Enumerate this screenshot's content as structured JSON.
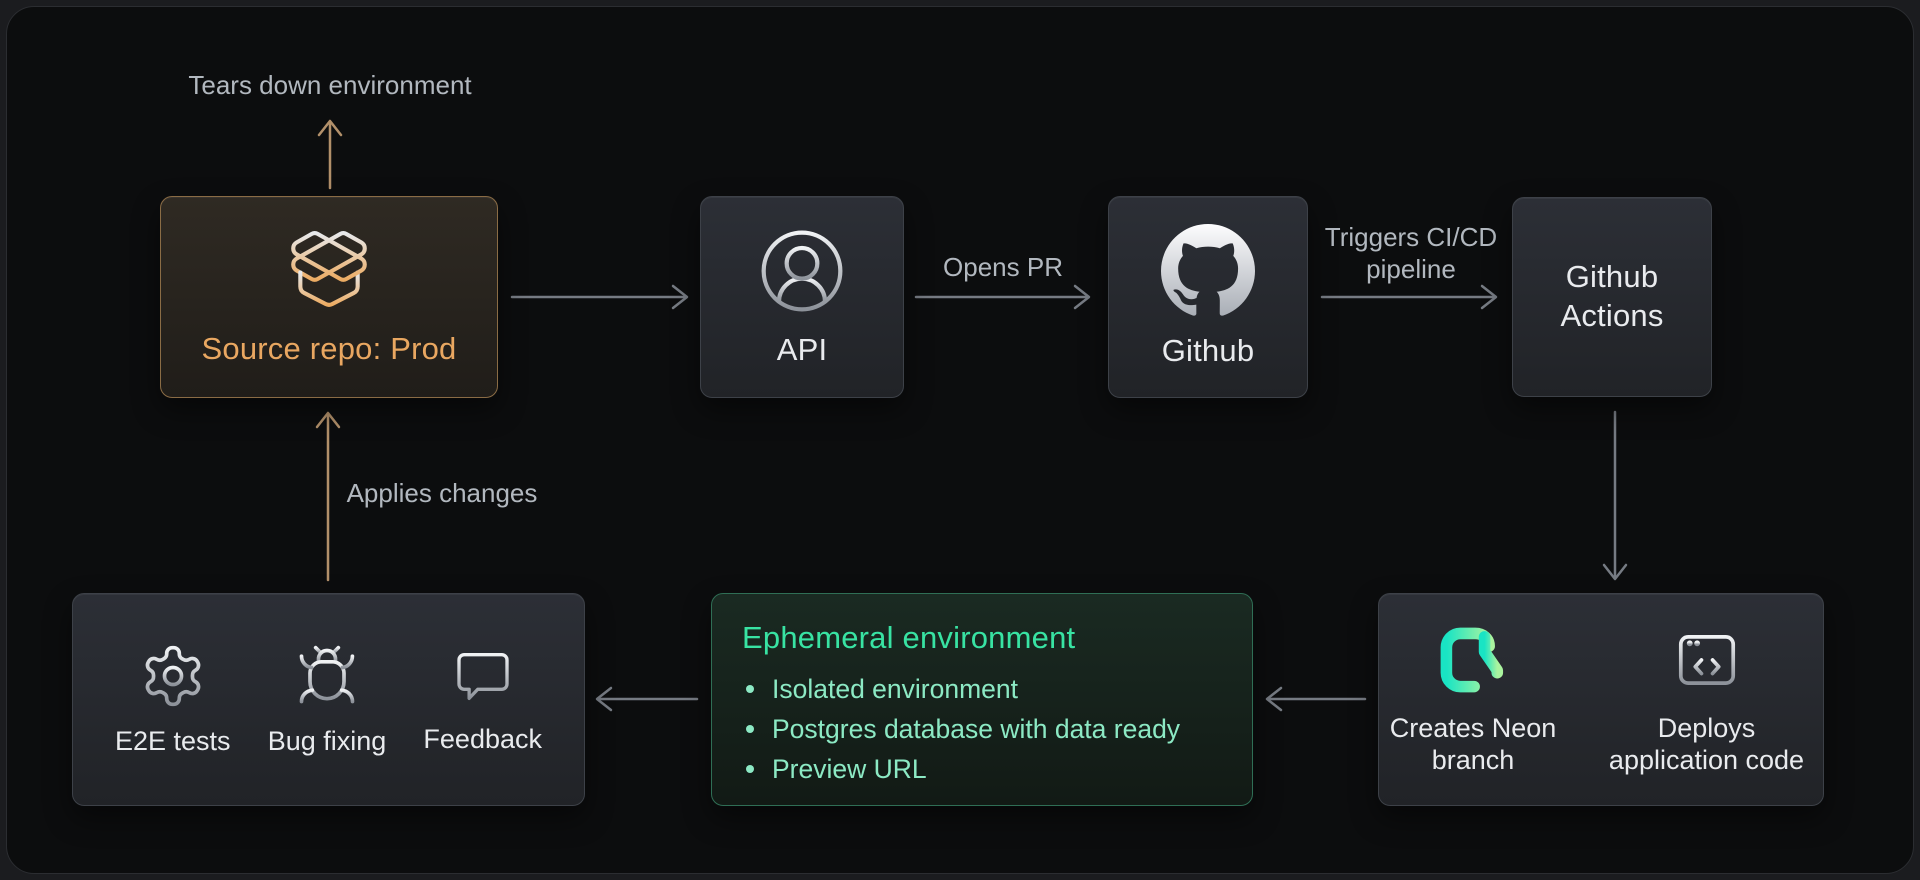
{
  "canvas": {
    "background": "#0c0d0e",
    "frame_background": "#1b1c1f",
    "accent_amber": "#e9a761",
    "accent_green": "#38e3a3",
    "bullet_green": "#8ce9c4",
    "arrow_gray": "#767b83",
    "arrow_amber": "#b2906a",
    "label_gray": "#b2b8bf",
    "label_white": "#e9ebee",
    "neon_gradient_start": "#19e4c4",
    "neon_gradient_end": "#aaf49f"
  },
  "nodes": {
    "source_repo": {
      "label": "Source repo: Prod",
      "icon": "package-open-icon"
    },
    "api": {
      "label": "API",
      "icon": "user-circle-icon"
    },
    "github": {
      "label": "Github",
      "icon": "github-logo-icon"
    },
    "github_actions": {
      "label": "Github Actions"
    },
    "pipeline_outputs": {
      "items": [
        {
          "icon": "neon-logo-icon",
          "label": "Creates Neon branch"
        },
        {
          "icon": "browser-code-icon",
          "label": "Deploys application code"
        }
      ]
    },
    "ephemeral_environment": {
      "title": "Ephemeral environment",
      "bullets": [
        "Isolated environment",
        "Postgres database with data ready",
        "Preview URL"
      ]
    },
    "validation": {
      "items": [
        {
          "icon": "gear-icon",
          "label": "E2E tests"
        },
        {
          "icon": "bug-icon",
          "label": "Bug fixing"
        },
        {
          "icon": "speech-bubble-icon",
          "label": "Feedback"
        }
      ]
    }
  },
  "edges": {
    "tears_down": {
      "label": "Tears down environment"
    },
    "opens_pr": {
      "label": "Opens PR"
    },
    "triggers_pipeline": {
      "label": "Triggers CI/CD pipeline"
    },
    "applies_changes": {
      "label": "Applies changes"
    }
  }
}
